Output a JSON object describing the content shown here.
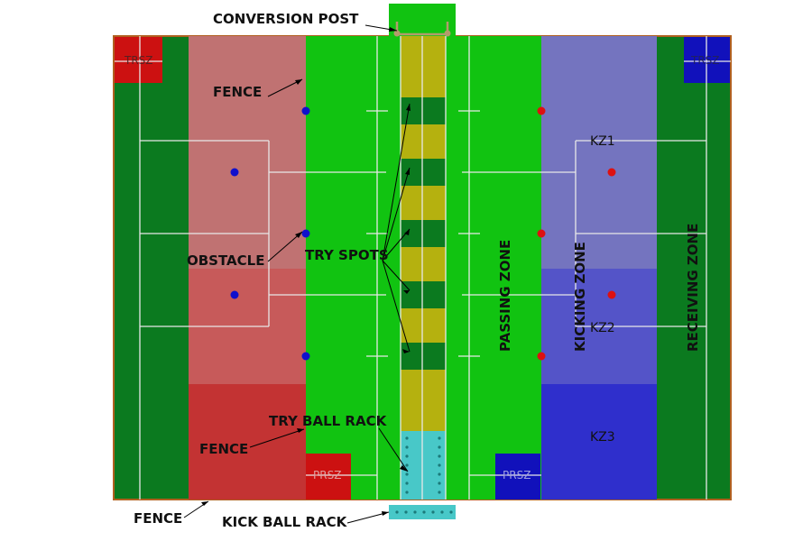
{
  "labels": {
    "conversion_post": "CONVERSION POST",
    "fence_top": "FENCE",
    "obstacle": "OBSTACLE",
    "try_spots": "TRY SPOTS",
    "try_ball_rack": "TRY BALL RACK",
    "fence_mid": "FENCE",
    "fence_bottom": "FENCE",
    "kick_ball_rack": "KICK BALL RACK",
    "passing_zone": "PASSING ZONE",
    "kicking_zone": "KICKING ZONE",
    "receiving_zone": "RECEIVING ZONE",
    "kz1": "KZ1",
    "kz2": "KZ2",
    "kz3": "KZ3",
    "trsz_left": "TRSZ",
    "trsz_right": "TRSZ",
    "prsz_left": "PRSZ",
    "prsz_right": "PRSZ"
  },
  "colors": {
    "dark_green": "#0b7a1f",
    "bright_green": "#11c311",
    "olive": "#b5b10f",
    "pale_red": "#c07272",
    "red_zone": "#c33333",
    "pale_blue": "#7474bf",
    "blue_zone": "#5454c8",
    "deep_blue": "#2f2fcc",
    "square_red": "#cc1111",
    "square_blue": "#1111bb",
    "rack_cyan": "#48c8c8",
    "post_tan": "#b39b6c",
    "marker_red": "#dd1111",
    "marker_blue": "#1010cc",
    "border": "#b06020"
  }
}
